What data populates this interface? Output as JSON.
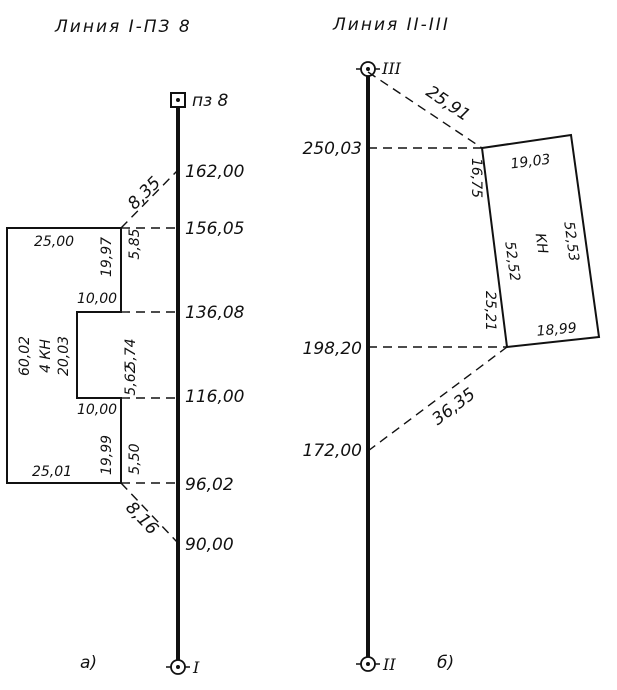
{
  "left": {
    "title": "Линия I-ПЗ 8",
    "top_marker": "пз 8",
    "bottom_marker": "I",
    "caption": "а)",
    "chainages": [
      "162,00",
      "156,05",
      "136,08",
      "116,00",
      "96,02",
      "90,00"
    ],
    "diag_top": "8,35",
    "diag_bottom": "8,16",
    "outer_top": "25,00",
    "outer_bottom": "25,01",
    "outer_left": "60,02",
    "building_label": "4 КН",
    "inner_left": "20,03",
    "inner_top": "10,00",
    "inner_bottom": "10,00",
    "side_upper": "19,97",
    "side_lower": "19,99",
    "offset_upper": "5,85",
    "offset_lower": "5,50",
    "offset_inner_upper": "5,74",
    "offset_inner_lower": "5,62"
  },
  "right": {
    "title": "Линия II-III",
    "top_marker": "III",
    "bottom_marker": "II",
    "caption": "б)",
    "chainages": [
      "250,03",
      "198,20",
      "172,00"
    ],
    "diag_top": "25,91",
    "diag_bottom": "36,35",
    "offset_upper": "16,75",
    "offset_lower": "25,21",
    "rect_top": "19,03",
    "rect_bottom": "18,99",
    "rect_left": "52,52",
    "rect_right": "52,53",
    "building_label": "КН"
  },
  "colors": {
    "ink": "#111111",
    "paper": "#ffffff"
  }
}
